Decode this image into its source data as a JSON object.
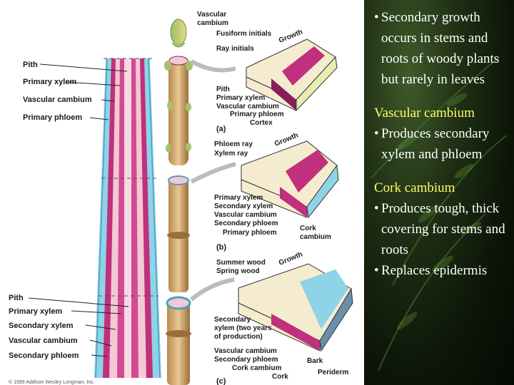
{
  "diagram": {
    "left_labels_top": [
      "Pith",
      "Primary xylem",
      "Vascular cambium",
      "Primary phloem"
    ],
    "left_labels_bottom": [
      "Pith",
      "Primary xylem",
      "Secondary xylem",
      "Vascular cambium",
      "Secondary phloem"
    ],
    "top_labels": {
      "vascular_cambium_1": "Vascular",
      "vascular_cambium_2": "cambium",
      "fusiform": "Fusiform initials",
      "ray": "Ray initials",
      "growth": "Growth"
    },
    "panel_a": {
      "label": "(a)",
      "labels": [
        "Pith",
        "Primary xylem",
        "Vascular cambium",
        "Primary phloem",
        "Cortex"
      ]
    },
    "panel_b": {
      "label": "(b)",
      "phloem_ray": "Phloem ray",
      "xylem_ray": "Xylem ray",
      "growth": "Growth",
      "labels": [
        "Primary xylem",
        "Secondary xylem",
        "Vascular cambium",
        "Secondary phloem",
        "Primary phloem"
      ],
      "cork_1": "Cork",
      "cork_2": "cambium"
    },
    "panel_c": {
      "label": "(c)",
      "summer": "Summer wood",
      "spring": "Spring wood",
      "growth": "Growth",
      "secxylem": [
        "Secondary",
        "xylem (two years",
        "of production)"
      ],
      "labels": [
        "Vascular cambium",
        "Secondary phloem",
        "Cork cambium",
        "Cork"
      ],
      "bark": "Bark",
      "periderm": "Periderm"
    },
    "copyright": "© 1999 Addison Wesley Longman, Inc."
  },
  "notes": {
    "intro": "Secondary growth occurs in stems and roots of woody plants but rarely in leaves",
    "sections": [
      {
        "heading": "Vascular cambium",
        "bullets": [
          "Produces secondary xylem and phloem"
        ]
      },
      {
        "heading": "Cork cambium",
        "bullets": [
          "Produces tough, thick covering for stems and roots",
          "Replaces epidermis"
        ]
      }
    ]
  },
  "colors": {
    "pith": "#f2c8d4",
    "xylem": "#c0307c",
    "cambium": "#8a1e5c",
    "phloem": "#8fd3e8",
    "cortex": "#e8ecb0",
    "bark": "#6a8fa8",
    "heading": "#ffff66"
  }
}
